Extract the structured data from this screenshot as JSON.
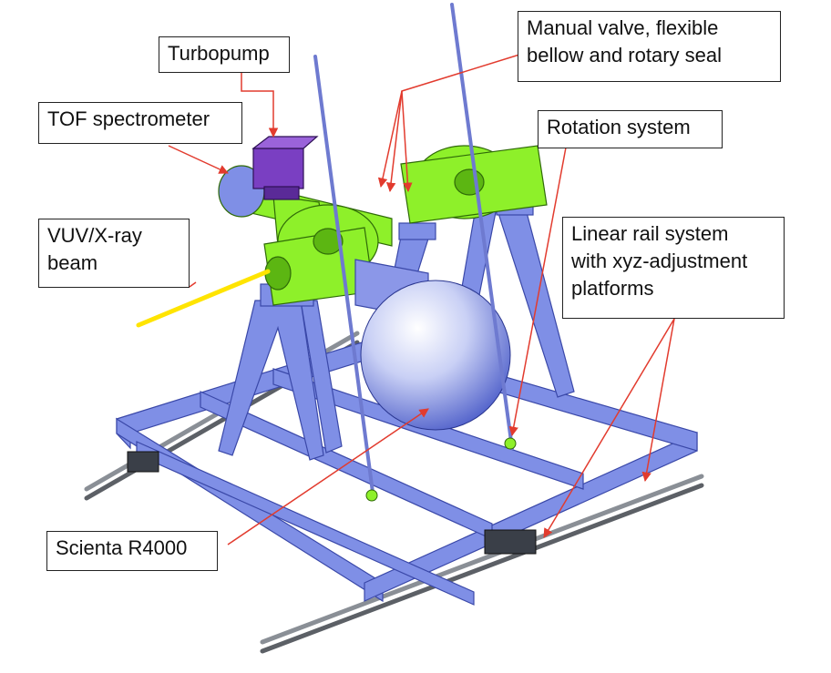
{
  "labels": {
    "turbopump": "Turbopump",
    "tof": "TOF spectrometer",
    "vuv_line1": "VUV/X-ray",
    "vuv_line2": "beam",
    "valve_line1": "Manual valve, flexible",
    "valve_line2": "bellow and rotary seal",
    "rotation": "Rotation system",
    "rail_line1": "Linear rail system",
    "rail_line2": "with xyz-adjustment",
    "rail_line3": "platforms",
    "scienta": "Scienta R4000"
  },
  "colors": {
    "frame": "#7f8fe6",
    "frame_dark": "#5a6ac8",
    "chamber": "#8ef02a",
    "chamber_dark": "#5cb612",
    "turbopump": "#7a3fc2",
    "beam": "#ffe400",
    "leader": "#e23b2e",
    "rail": "#8a8f96"
  }
}
